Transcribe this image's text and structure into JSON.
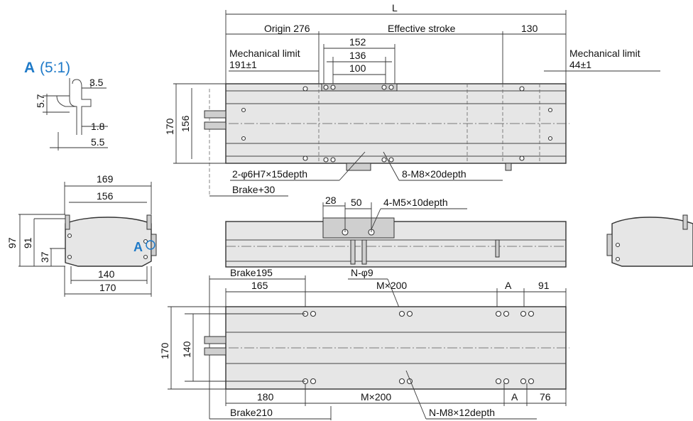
{
  "accent_color": "#1f7ac8",
  "detail": {
    "title_letter": "A",
    "title_scale": "(5:1)",
    "dim_3_5": "3.5",
    "dim_5_7": "5.7",
    "dim_1_8": "1.8",
    "dim_5_5": "5.5"
  },
  "side_view": {
    "dim_169": "169",
    "dim_156": "156",
    "dim_97": "97",
    "dim_91": "91",
    "dim_37": "37",
    "dim_140": "140",
    "dim_170": "170",
    "marker": "A"
  },
  "top_view": {
    "L": "L",
    "origin": "Origin 276",
    "effective_stroke": "Effective stroke",
    "dim_130": "130",
    "dim_152": "152",
    "dim_136": "136",
    "dim_100": "100",
    "mech_limit_left": "Mechanical limit",
    "mech_left_value": "191±1",
    "mech_limit_right": "Mechanical limit",
    "mech_right_value": "44±1",
    "dim_170": "170",
    "dim_156": "156",
    "pin_note": "2-φ6H7×15depth",
    "tap_note": "8-M8×20depth",
    "brake": "Brake+30"
  },
  "front_view": {
    "dim_28": "28",
    "dim_50": "50",
    "tap_note": "4-M5×10depth"
  },
  "bottom_view": {
    "brake_195": "Brake195",
    "dim_165": "165",
    "hole_note": "N-φ9",
    "m200_top": "M×200",
    "a_top": "A",
    "dim_91": "91",
    "dim_170": "170",
    "dim_140": "140",
    "dim_180": "180",
    "m200_bottom": "M×200",
    "a_bottom": "A",
    "dim_76": "76",
    "brake_210": "Brake210",
    "tap_note": "N-M8×12depth"
  }
}
